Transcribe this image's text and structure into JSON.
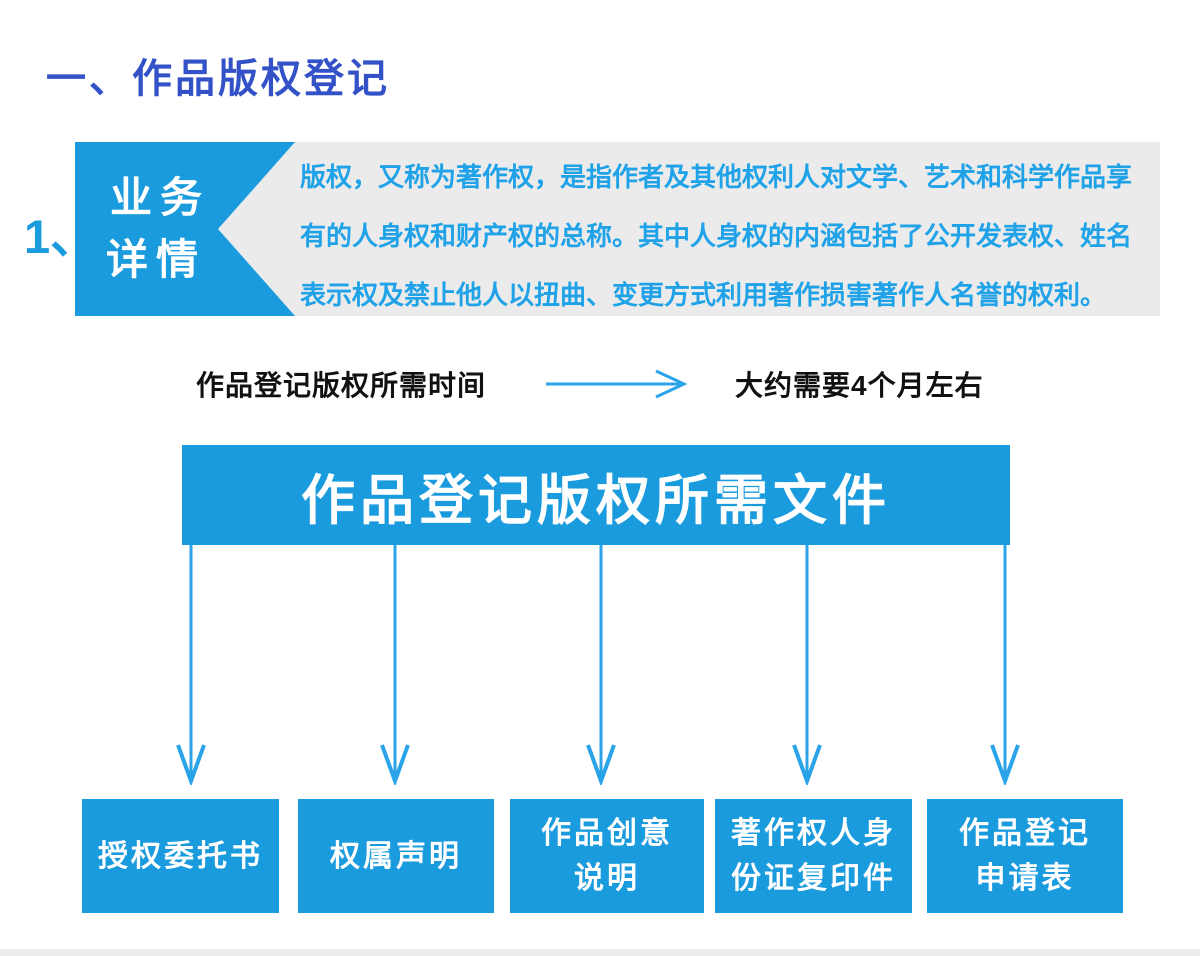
{
  "colors": {
    "primary_blue": "#1a9bde",
    "arrow_blue": "#2aa3e8",
    "paragraph_blue": "#1fa2e8",
    "title_indigo": "#3352c8",
    "panel_gray": "#ebebeb",
    "text_black": "#111111",
    "white": "#ffffff"
  },
  "header": {
    "title": "一、作品版权登记",
    "item_number": "1、"
  },
  "business_detail": {
    "badge": "业务\n详情",
    "description": "版权，又称为著作权，是指作者及其他权利人对文学、艺术和科学作品享\n有的人身权和财产权的总称。其中人身权的内涵包括了公开发表权、姓名\n表示权及禁止他人以扭曲、变更方式利用著作损害著作人名誉的权利。"
  },
  "timeline": {
    "label": "作品登记版权所需时间",
    "arrow_icon": "right-arrow",
    "value": "大约需要4个月左右"
  },
  "documents": {
    "banner": "作品登记版权所需文件",
    "connector_icon": "down-arrow",
    "items": [
      "授权委托书",
      "权属声明",
      "作品创意\n说明",
      "著作权人身\n份证复印件",
      "作品登记\n申请表"
    ]
  }
}
